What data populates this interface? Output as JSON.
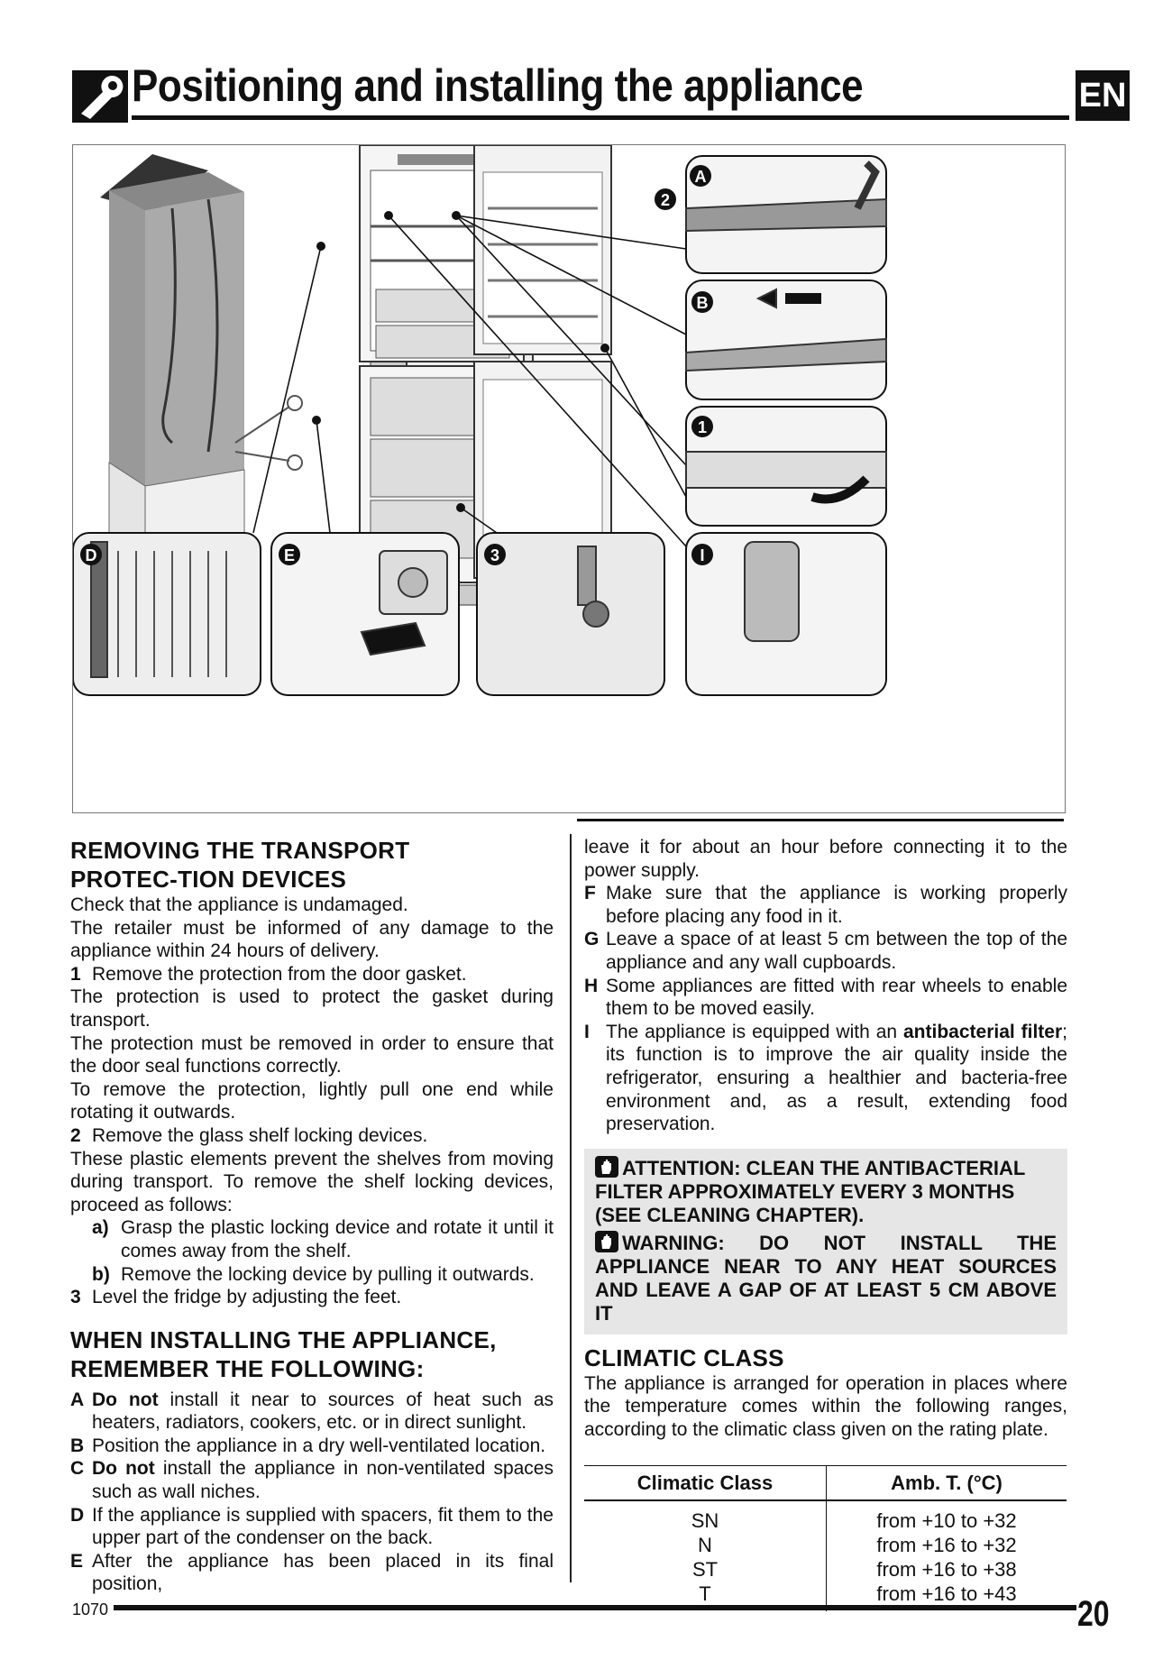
{
  "header": {
    "title": "Positioning and installing the appliance",
    "lang": "EN"
  },
  "figure": {
    "callouts": {
      "a": "A",
      "b": "B",
      "one": "1",
      "two": "2",
      "three": "3",
      "d": "D",
      "e": "E",
      "i": "I"
    }
  },
  "left_col": {
    "heading1": "REMOVING THE TRANSPORT PROTEC-TION DEVICES",
    "intro1": "Check that the appliance is undamaged.",
    "intro2": "The retailer must be informed of any damage to the appliance within 24 hours of delivery.",
    "item1_label": "1",
    "item1_text": "Remove the protection from the door gasket.",
    "item1_p2": "The protection is used to protect the gasket during transport.",
    "item1_p3": "The protection must be removed in order to ensure that the door seal functions correctly.",
    "item1_p4": "To remove the protection, lightly pull one end while rotating it outwards.",
    "item2_label": "2",
    "item2_text": "Remove the glass shelf locking devices.",
    "item2_p2": "These plastic elements prevent the shelves from moving during transport. To remove the shelf locking devices, proceed as follows:",
    "sub_a_label": "a)",
    "sub_a_text": "Grasp the plastic locking device and rotate it until it comes away from the shelf.",
    "sub_b_label": "b)",
    "sub_b_text": "Remove the locking device by pulling it outwards.",
    "item3_label": "3",
    "item3_text": "Level the fridge by adjusting the feet.",
    "heading2": "WHEN INSTALLING THE APPLIANCE, REMEMBER THE FOLLOWING:",
    "A_label": "A",
    "A_bold": "Do not",
    "A_text": " install it near to sources of heat such as heaters, radiators, cookers, etc. or in direct sunlight.",
    "B_label": "B",
    "B_text": "Position the appliance in a dry well-ventilated location.",
    "C_label": "C",
    "C_bold": "Do not",
    "C_text": " install the appliance in non-ventilated spaces such as wall niches.",
    "D_label": "D",
    "D_text": "If the appliance is supplied with spacers, fit them to the upper part of the condenser on the back.",
    "E_label": "E",
    "E_text": "After the appliance has been placed in its final position,"
  },
  "right_col": {
    "E_cont": "leave it for about an hour before connecting it to the power supply.",
    "F_label": "F",
    "F_text": "Make sure that the appliance is working properly before placing any food in it.",
    "G_label": "G",
    "G_text": "Leave a space of at least 5 cm between the top of the appliance and any wall cupboards.",
    "H_label": "H",
    "H_text": "Some appliances are fitted with rear wheels to enable them to be moved easily.",
    "I_label": "I",
    "I_pre": "The appliance is equipped with an ",
    "I_bold": "antibacterial filter",
    "I_post": "; its function is to improve the air quality inside the refrigerator, ensuring a healthier and bacteria-free environment and, as a result, extending food preservation.",
    "attention": "ATTENTION: CLEAN THE ANTIBACTERIAL FILTER APPROXIMATELY EVERY 3 MONTHS (SEE CLEANING CHAPTER).",
    "warning": "WARNING: DO NOT INSTALL THE APPLIANCE NEAR TO ANY HEAT SOURCES AND LEAVE A GAP OF AT LEAST 5 CM ABOVE IT",
    "heading3": "CLIMATIC CLASS",
    "climatic_intro": "The appliance is arranged for operation in places where the temperature comes within the following ranges, according to the climatic class given on the rating plate."
  },
  "climate_table": {
    "headers": [
      "Climatic Class",
      "Amb. T. (°C)"
    ],
    "rows": [
      [
        "SN",
        "from +10 to +32"
      ],
      [
        "N",
        "from +16 to +32"
      ],
      [
        "ST",
        "from +16 to +38"
      ],
      [
        "T",
        "from +16 to +43"
      ]
    ]
  },
  "footer": {
    "code": "1070",
    "page": "20"
  },
  "colors": {
    "ink": "#111111",
    "box_gray": "#e6e6e6"
  }
}
